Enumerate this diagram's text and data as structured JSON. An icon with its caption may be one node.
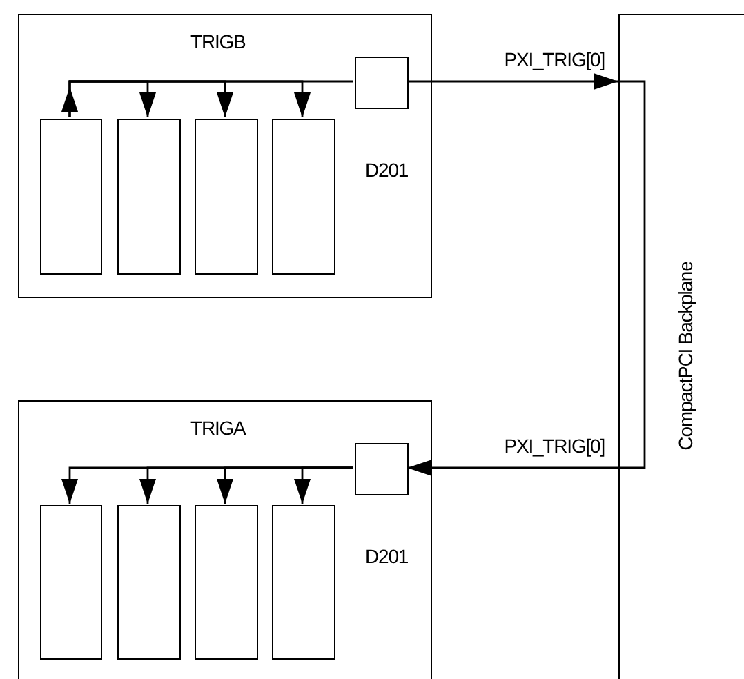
{
  "diagram": {
    "nodes": [
      {
        "text": [
          "TRIGB",
          "D201"
        ]
      },
      {
        "text": [],
        "shape": "box",
        "in": 0
      },
      {
        "text": [],
        "shape": "box",
        "in": 0
      },
      {
        "text": [],
        "shape": "box",
        "in": 0
      },
      {
        "text": [],
        "shape": "box",
        "in": 0
      },
      {
        "text": [],
        "shape": "box",
        "in": 0
      },
      {
        "text": [
          "TRIGA",
          "D201"
        ]
      },
      {
        "text": [],
        "shape": "box",
        "in": 6
      },
      {
        "text": [],
        "shape": "box",
        "in": 6
      },
      {
        "text": [],
        "shape": "box",
        "in": 6
      },
      {
        "text": [],
        "shape": "box",
        "in": 6
      },
      {
        "text": [],
        "shape": "box",
        "in": 6
      },
      {
        "text": [
          "CompactPCI Backplane"
        ]
      }
    ],
    "edges": [
      {
        "from": 1,
        "to": 2,
        "arrow": "to"
      },
      {
        "from": 1,
        "to": 3,
        "arrow": "to"
      },
      {
        "from": 1,
        "to": 4,
        "arrow": "to"
      },
      {
        "from": 1,
        "to": 5,
        "arrow": "none"
      },
      {
        "from": 5,
        "to": 12,
        "arrow": "to",
        "label": "PXI_TRIG[0]"
      },
      {
        "from": 12,
        "to": 11,
        "arrow": "to",
        "label": "PXI_TRIG[0]"
      },
      {
        "from": 11,
        "to": 7,
        "arrow": "to"
      },
      {
        "from": 11,
        "to": 8,
        "arrow": "to"
      },
      {
        "from": 11,
        "to": 9,
        "arrow": "to"
      },
      {
        "from": 11,
        "to": 10,
        "arrow": "to"
      }
    ]
  }
}
